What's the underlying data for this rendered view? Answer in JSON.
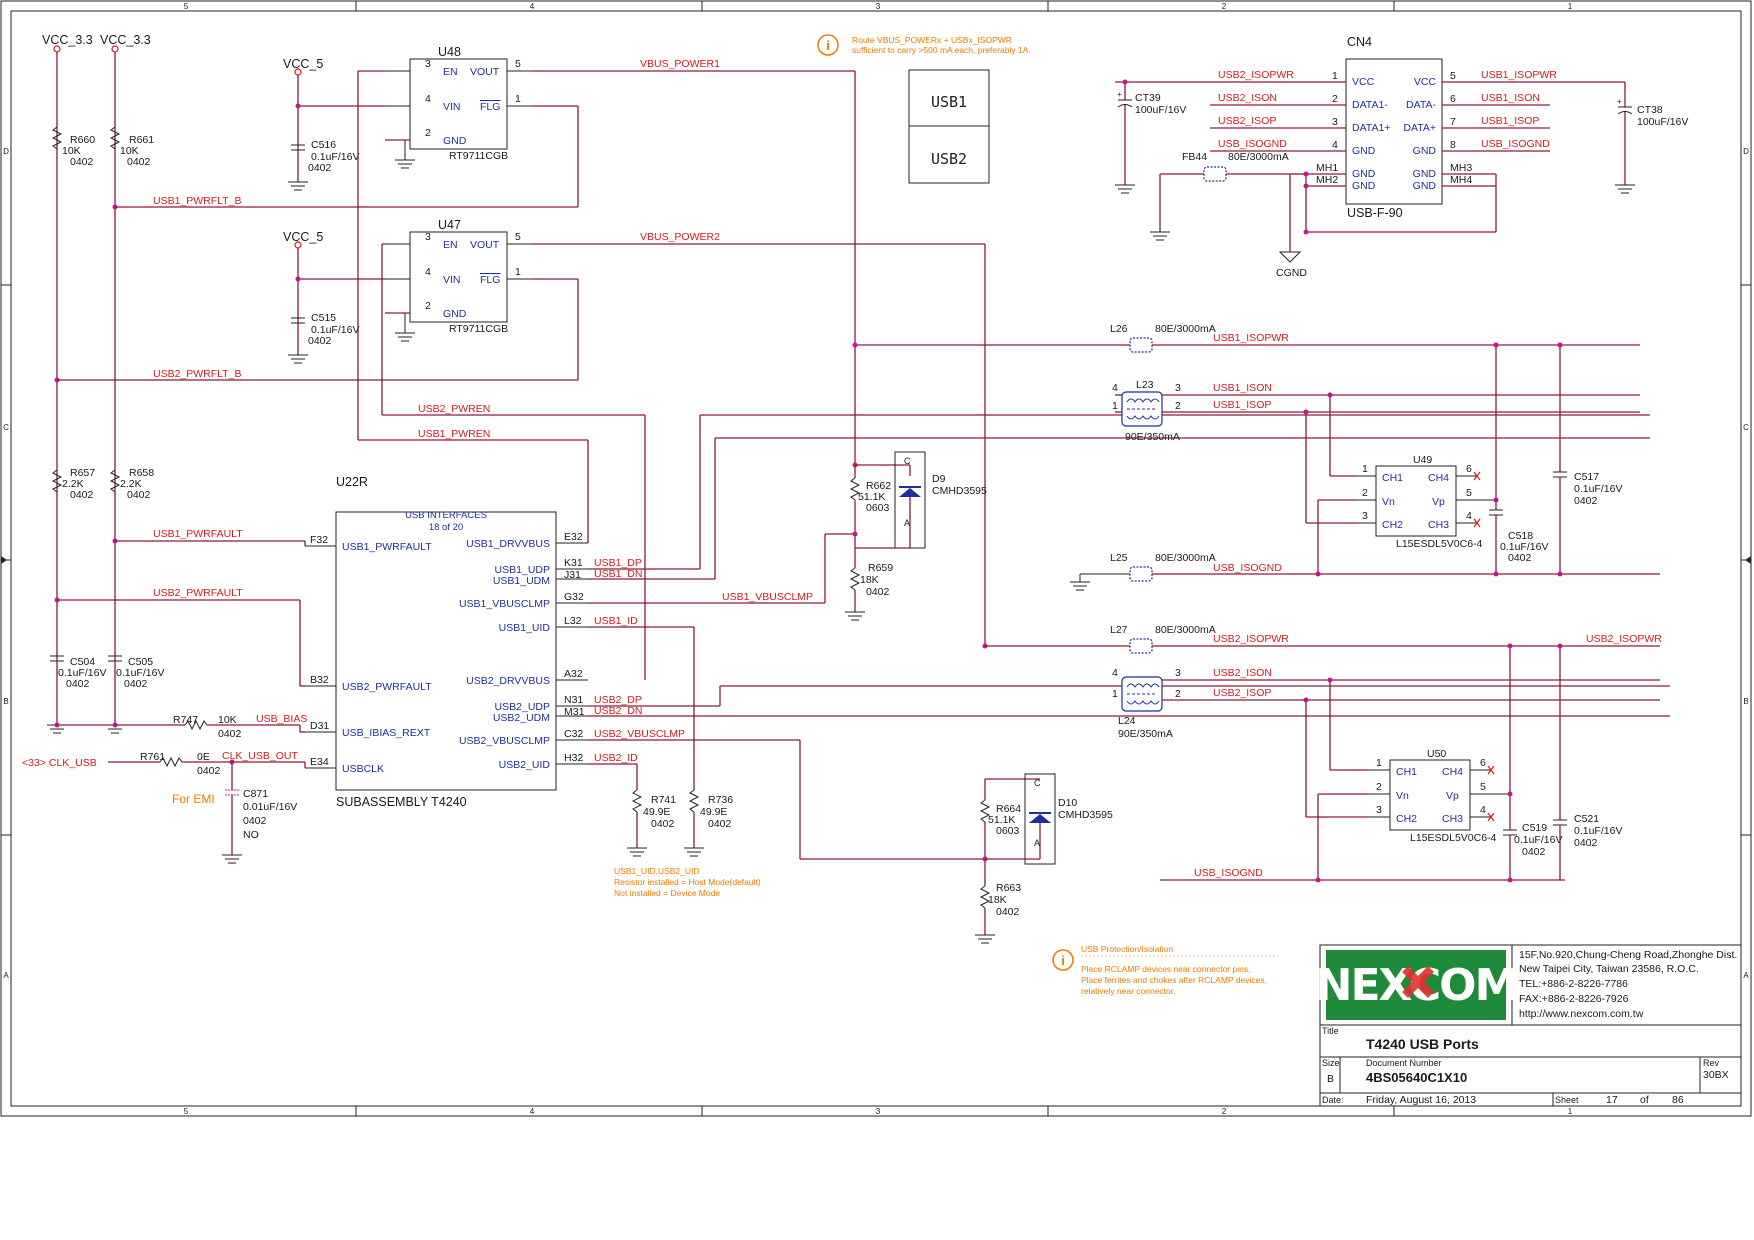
{
  "frame": {
    "zone_numbers": [
      "5",
      "4",
      "3",
      "2",
      "1"
    ],
    "zone_letters": [
      "D",
      "C",
      "B",
      "A"
    ]
  },
  "power": {
    "vcc33a": "VCC_3.3",
    "vcc33b": "VCC_3.3",
    "vcc5a": "VCC_5",
    "vcc5b": "VCC_5",
    "cgnd": "CGND"
  },
  "ic_u48": {
    "ref": "U48",
    "part": "RT9711CGB",
    "pins": {
      "en": "EN",
      "vin": "VIN",
      "gnd": "GND",
      "vout": "VOUT",
      "flg": "FLG"
    },
    "pin_nums": [
      "3",
      "4",
      "2",
      "5",
      "1"
    ]
  },
  "ic_u47": {
    "ref": "U47",
    "part": "RT9711CGB",
    "pins": {
      "en": "EN",
      "vin": "VIN",
      "gnd": "GND",
      "vout": "VOUT",
      "flg": "FLG"
    },
    "pin_nums": [
      "3",
      "4",
      "2",
      "5",
      "1"
    ]
  },
  "ic_u22": {
    "ref": "U22R",
    "header1": "USB INTERFACES",
    "header2": "18 of 20",
    "footer": "SUBASSEMBLY T4240",
    "left_pins": [
      {
        "num": "F32",
        "name": "USB1_PWRFAULT"
      },
      {
        "num": "B32",
        "name": "USB2_PWRFAULT"
      },
      {
        "num": "D31",
        "name": "USB_IBIAS_REXT"
      },
      {
        "num": "E34",
        "name": "USBCLK"
      }
    ],
    "right_pins": [
      {
        "num": "E32",
        "name": "USB1_DRVVBUS"
      },
      {
        "num": "K31",
        "name": "USB1_UDP"
      },
      {
        "num": "J31",
        "name": "USB1_UDM"
      },
      {
        "num": "G32",
        "name": "USB1_VBUSCLMP"
      },
      {
        "num": "L32",
        "name": "USB1_UID"
      },
      {
        "num": "A32",
        "name": "USB2_DRVVBUS"
      },
      {
        "num": "N31",
        "name": "USB2_UDP"
      },
      {
        "num": "M31",
        "name": "USB2_UDM"
      },
      {
        "num": "C32",
        "name": "USB2_VBUSCLMP"
      },
      {
        "num": "H32",
        "name": "USB2_UID"
      }
    ]
  },
  "nets": {
    "vbus_power1": "VBUS_POWER1",
    "vbus_power2": "VBUS_POWER2",
    "usb1_pwrflt_b": "USB1_PWRFLT_B",
    "usb2_pwrflt_b": "USB2_PWRFLT_B",
    "usb2_pwren": "USB2_PWREN",
    "usb1_pwren": "USB1_PWREN",
    "usb1_pwrfault": "USB1_PWRFAULT",
    "usb2_pwrfault": "USB2_PWRFAULT",
    "usb_bias": "USB_BIAS",
    "clk_usb": "<33>  CLK_USB",
    "clk_usb_out": "CLK_USB_OUT",
    "usb1_dp": "USB1_DP",
    "usb1_dn": "USB1_DN",
    "usb1_vbusclmp": "USB1_VBUSCLMP",
    "usb1_id": "USB1_ID",
    "usb2_dp": "USB2_DP",
    "usb2_dn": "USB2_DN",
    "usb2_vbusclmp": "USB2_VBUSCLMP",
    "usb2_id": "USB2_ID",
    "usb1_isopwr": "USB1_ISOPWR",
    "usb1_ison": "USB1_ISON",
    "usb1_isop": "USB1_ISOP",
    "usb_isognd": "USB_ISOGND",
    "usb2_isopwr": "USB2_ISOPWR",
    "usb2_ison": "USB2_ISON",
    "usb2_isop": "USB2_ISOP"
  },
  "passives": [
    {
      "id": "r660",
      "ref": "R660",
      "val": "10K",
      "pkg": "0402"
    },
    {
      "id": "r661",
      "ref": "R661",
      "val": "10K",
      "pkg": "0402"
    },
    {
      "id": "r657",
      "ref": "R657",
      "val": "2.2K",
      "pkg": "0402"
    },
    {
      "id": "r658",
      "ref": "R658",
      "val": "2.2K",
      "pkg": "0402"
    },
    {
      "id": "c504",
      "ref": "C504",
      "val": "0.1uF/16V",
      "pkg": "0402"
    },
    {
      "id": "c505",
      "ref": "C505",
      "val": "0.1uF/16V",
      "pkg": "0402"
    },
    {
      "id": "c516",
      "ref": "C516",
      "val": "0.1uF/16V",
      "pkg": "0402"
    },
    {
      "id": "c515",
      "ref": "C515",
      "val": "0.1uF/16V",
      "pkg": "0402"
    },
    {
      "id": "r747",
      "ref": "R747",
      "val": "10K",
      "pkg": "0402"
    },
    {
      "id": "r761",
      "ref": "R761",
      "val": "0E",
      "pkg": "0402"
    },
    {
      "id": "c871",
      "ref": "C871",
      "val": "0.01uF/16V",
      "pkg": "0402",
      "extra": "NO"
    },
    {
      "id": "r741",
      "ref": "R741",
      "val": "49.9E",
      "pkg": "0402"
    },
    {
      "id": "r736",
      "ref": "R736",
      "val": "49.9E",
      "pkg": "0402"
    },
    {
      "id": "r662",
      "ref": "R662",
      "val": "51.1K",
      "pkg": "0603"
    },
    {
      "id": "r659",
      "ref": "R659",
      "val": "18K",
      "pkg": "0402"
    },
    {
      "id": "r664",
      "ref": "R664",
      "val": "51.1K",
      "pkg": "0603"
    },
    {
      "id": "r663",
      "ref": "R663",
      "val": "18K",
      "pkg": "0402"
    },
    {
      "id": "c517",
      "ref": "C517",
      "val": "0.1uF/16V",
      "pkg": "0402"
    },
    {
      "id": "c518",
      "ref": "C518",
      "val": "0.1uF/16V",
      "pkg": "0402"
    },
    {
      "id": "c519",
      "ref": "C519",
      "val": "0.1uF/16V",
      "pkg": "0402"
    },
    {
      "id": "c521",
      "ref": "C521",
      "val": "0.1uF/16V",
      "pkg": "0402"
    }
  ],
  "diodes": [
    {
      "id": "d9",
      "ref": "D9",
      "part": "CMHD3595",
      "c": "C",
      "a": "A"
    },
    {
      "id": "d10",
      "ref": "D10",
      "part": "CMHD3595",
      "c": "C",
      "a": "A"
    }
  ],
  "ferrites": [
    {
      "id": "l26",
      "ref": "L26",
      "val": "80E/3000mA"
    },
    {
      "id": "l25",
      "ref": "L25",
      "val": "80E/3000mA"
    },
    {
      "id": "l27",
      "ref": "L27",
      "val": "80E/3000mA"
    },
    {
      "id": "fb44",
      "ref": "FB44",
      "val": "80E/3000mA"
    }
  ],
  "chokes": [
    {
      "id": "l23",
      "ref": "L23",
      "val": "90E/350mA",
      "pins": [
        "4",
        "3",
        "1",
        "2"
      ]
    },
    {
      "id": "l24",
      "ref": "L24",
      "val": "90E/350mA",
      "pins": [
        "4",
        "3",
        "1",
        "2"
      ]
    }
  ],
  "tvs": [
    {
      "id": "u49",
      "ref": "U49",
      "part": "L15ESDL5V0C6-4",
      "pins": {
        "ch1": "CH1",
        "vn": "Vn",
        "ch2": "CH2",
        "ch4": "CH4",
        "vp": "Vp",
        "ch3": "CH3"
      },
      "nums": [
        "1",
        "2",
        "3",
        "6",
        "5",
        "4"
      ]
    },
    {
      "id": "u50",
      "ref": "U50",
      "part": "L15ESDL5V0C6-4",
      "pins": {
        "ch1": "CH1",
        "vn": "Vn",
        "ch2": "CH2",
        "ch4": "CH4",
        "vp": "Vp",
        "ch3": "CH3"
      },
      "nums": [
        "1",
        "2",
        "3",
        "6",
        "5",
        "4"
      ]
    }
  ],
  "connector": {
    "ref": "CN4",
    "part": "USB-F-90",
    "left": [
      {
        "num": "1",
        "name": "VCC",
        "net": "USB2_ISOPWR"
      },
      {
        "num": "2",
        "name": "DATA1-",
        "net": "USB2_ISON"
      },
      {
        "num": "3",
        "name": "DATA1+",
        "net": "USB2_ISOP"
      },
      {
        "num": "4",
        "name": "GND",
        "net": "USB_ISOGND"
      },
      {
        "num": "MH1",
        "name": "GND",
        "net": ""
      },
      {
        "num": "MH2",
        "name": "GND",
        "net": ""
      }
    ],
    "right": [
      {
        "num": "5",
        "name": "VCC",
        "net": "USB1_ISOPWR"
      },
      {
        "num": "6",
        "name": "DATA-",
        "net": "USB1_ISON"
      },
      {
        "num": "7",
        "name": "DATA+",
        "net": "USB1_ISOP"
      },
      {
        "num": "8",
        "name": "GND",
        "net": "USB_ISOGND"
      },
      {
        "num": "MH3",
        "name": "GND",
        "net": ""
      },
      {
        "num": "MH4",
        "name": "GND",
        "net": ""
      }
    ],
    "ct39": {
      "ref": "CT39",
      "val": "100uF/16V"
    },
    "ct38": {
      "ref": "CT38",
      "val": "100uF/16V"
    }
  },
  "port_labels": [
    "USB1",
    "USB2"
  ],
  "notes": {
    "vbus_note_1": "Route VBUS_POWERx + USBx_ISOPWR",
    "vbus_note_2": "sufficient to carry >500 mA each, preferably 1A.",
    "uid_note_1": "USB1_UID,USB2_UID",
    "uid_note_2": "Resistor installed = Host Mode(default)",
    "uid_note_3": "Not installed = Device Mode",
    "prot_title": "USB Protection/Isolation",
    "prot_1": "Place RCLAMP devices near connector pins.",
    "prot_2": "Place ferrites and chokes after RCLAMP devices,",
    "prot_3": "relatively near connector.",
    "for_emi": "For EMI",
    "info_icon": "i"
  },
  "title_block": {
    "logo_text": "NEXCOM",
    "addr1": "15F,No.920,Chung-Cheng Road,Zhonghe Dist.",
    "addr2": "New Taipei City, Taiwan 23586, R.O.C.",
    "tel": "TEL:+886-2-8226-7786",
    "fax": "FAX:+886-2-8226-7926",
    "web": "http://www.nexcom.com.tw",
    "title_label": "Title",
    "title": "T4240 USB Ports",
    "size_label": "Size",
    "size": "B",
    "docnum_label": "Document Number",
    "docnum": "4BS05640C1X10",
    "rev_label": "Rev",
    "rev": "30BX",
    "date_label": "Date:",
    "date": "Friday, August 16, 2013",
    "sheet_label": "Sheet",
    "sheet": "17",
    "of_label": "of",
    "total": "86"
  },
  "colors": {
    "wire": "#8c1a3c",
    "net_label": "#d01c1c",
    "pin_name": "#1f2f9a",
    "note": "#f07a00",
    "logo_green": "#1f8a3a",
    "logo_red": "#e03030"
  }
}
